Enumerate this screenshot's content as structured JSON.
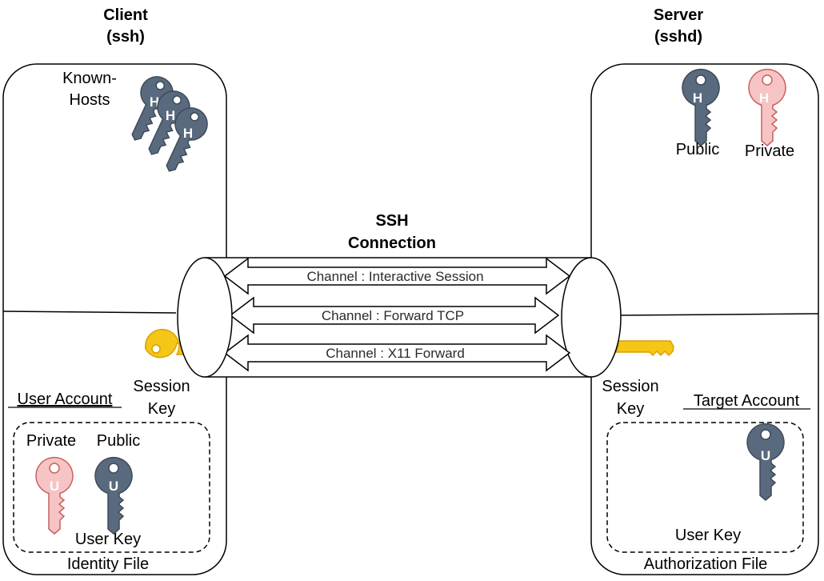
{
  "client": {
    "title": "Client",
    "subtitle": "(ssh)",
    "known_hosts_line1": "Known-",
    "known_hosts_line2": "Hosts",
    "host_key_letter": "H",
    "session_key_line1": "Session",
    "session_key_line2": "Key",
    "user_account": "User Account",
    "private_label": "Private",
    "public_label": "Public",
    "user_key_letter": "U",
    "user_key_label": "User Key",
    "file_label": "Identity File"
  },
  "server": {
    "title": "Server",
    "subtitle": "(sshd)",
    "public_label": "Public",
    "private_label": "Private",
    "host_key_letter": "H",
    "session_key_line1": "Session",
    "session_key_line2": "Key",
    "target_account": "Target Account",
    "user_key_letter": "U",
    "user_key_label": "User Key",
    "file_label": "Authorization File"
  },
  "connection": {
    "title_line1": "SSH",
    "title_line2": "Connection",
    "channels": [
      "Channel : Interactive Session",
      "Channel : Forward TCP",
      "Channel : X11 Forward"
    ]
  },
  "colors": {
    "public_key_fill": "#5a6a7e",
    "public_key_stroke": "#3e4a59",
    "private_key_fill": "#f6c4c4",
    "private_key_stroke": "#c9605e",
    "session_key_fill": "#f5c518",
    "session_key_stroke": "#d8a200"
  }
}
